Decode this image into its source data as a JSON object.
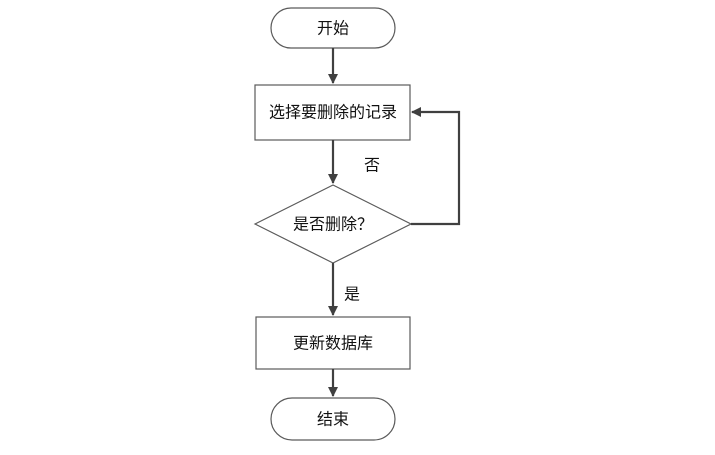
{
  "flowchart": {
    "nodes": {
      "start": "开始",
      "select": "选择要删除的记录",
      "decision": "是否删除？",
      "update": "更新数据库",
      "end": "结束"
    },
    "branches": {
      "no": "否",
      "yes": "是"
    }
  }
}
